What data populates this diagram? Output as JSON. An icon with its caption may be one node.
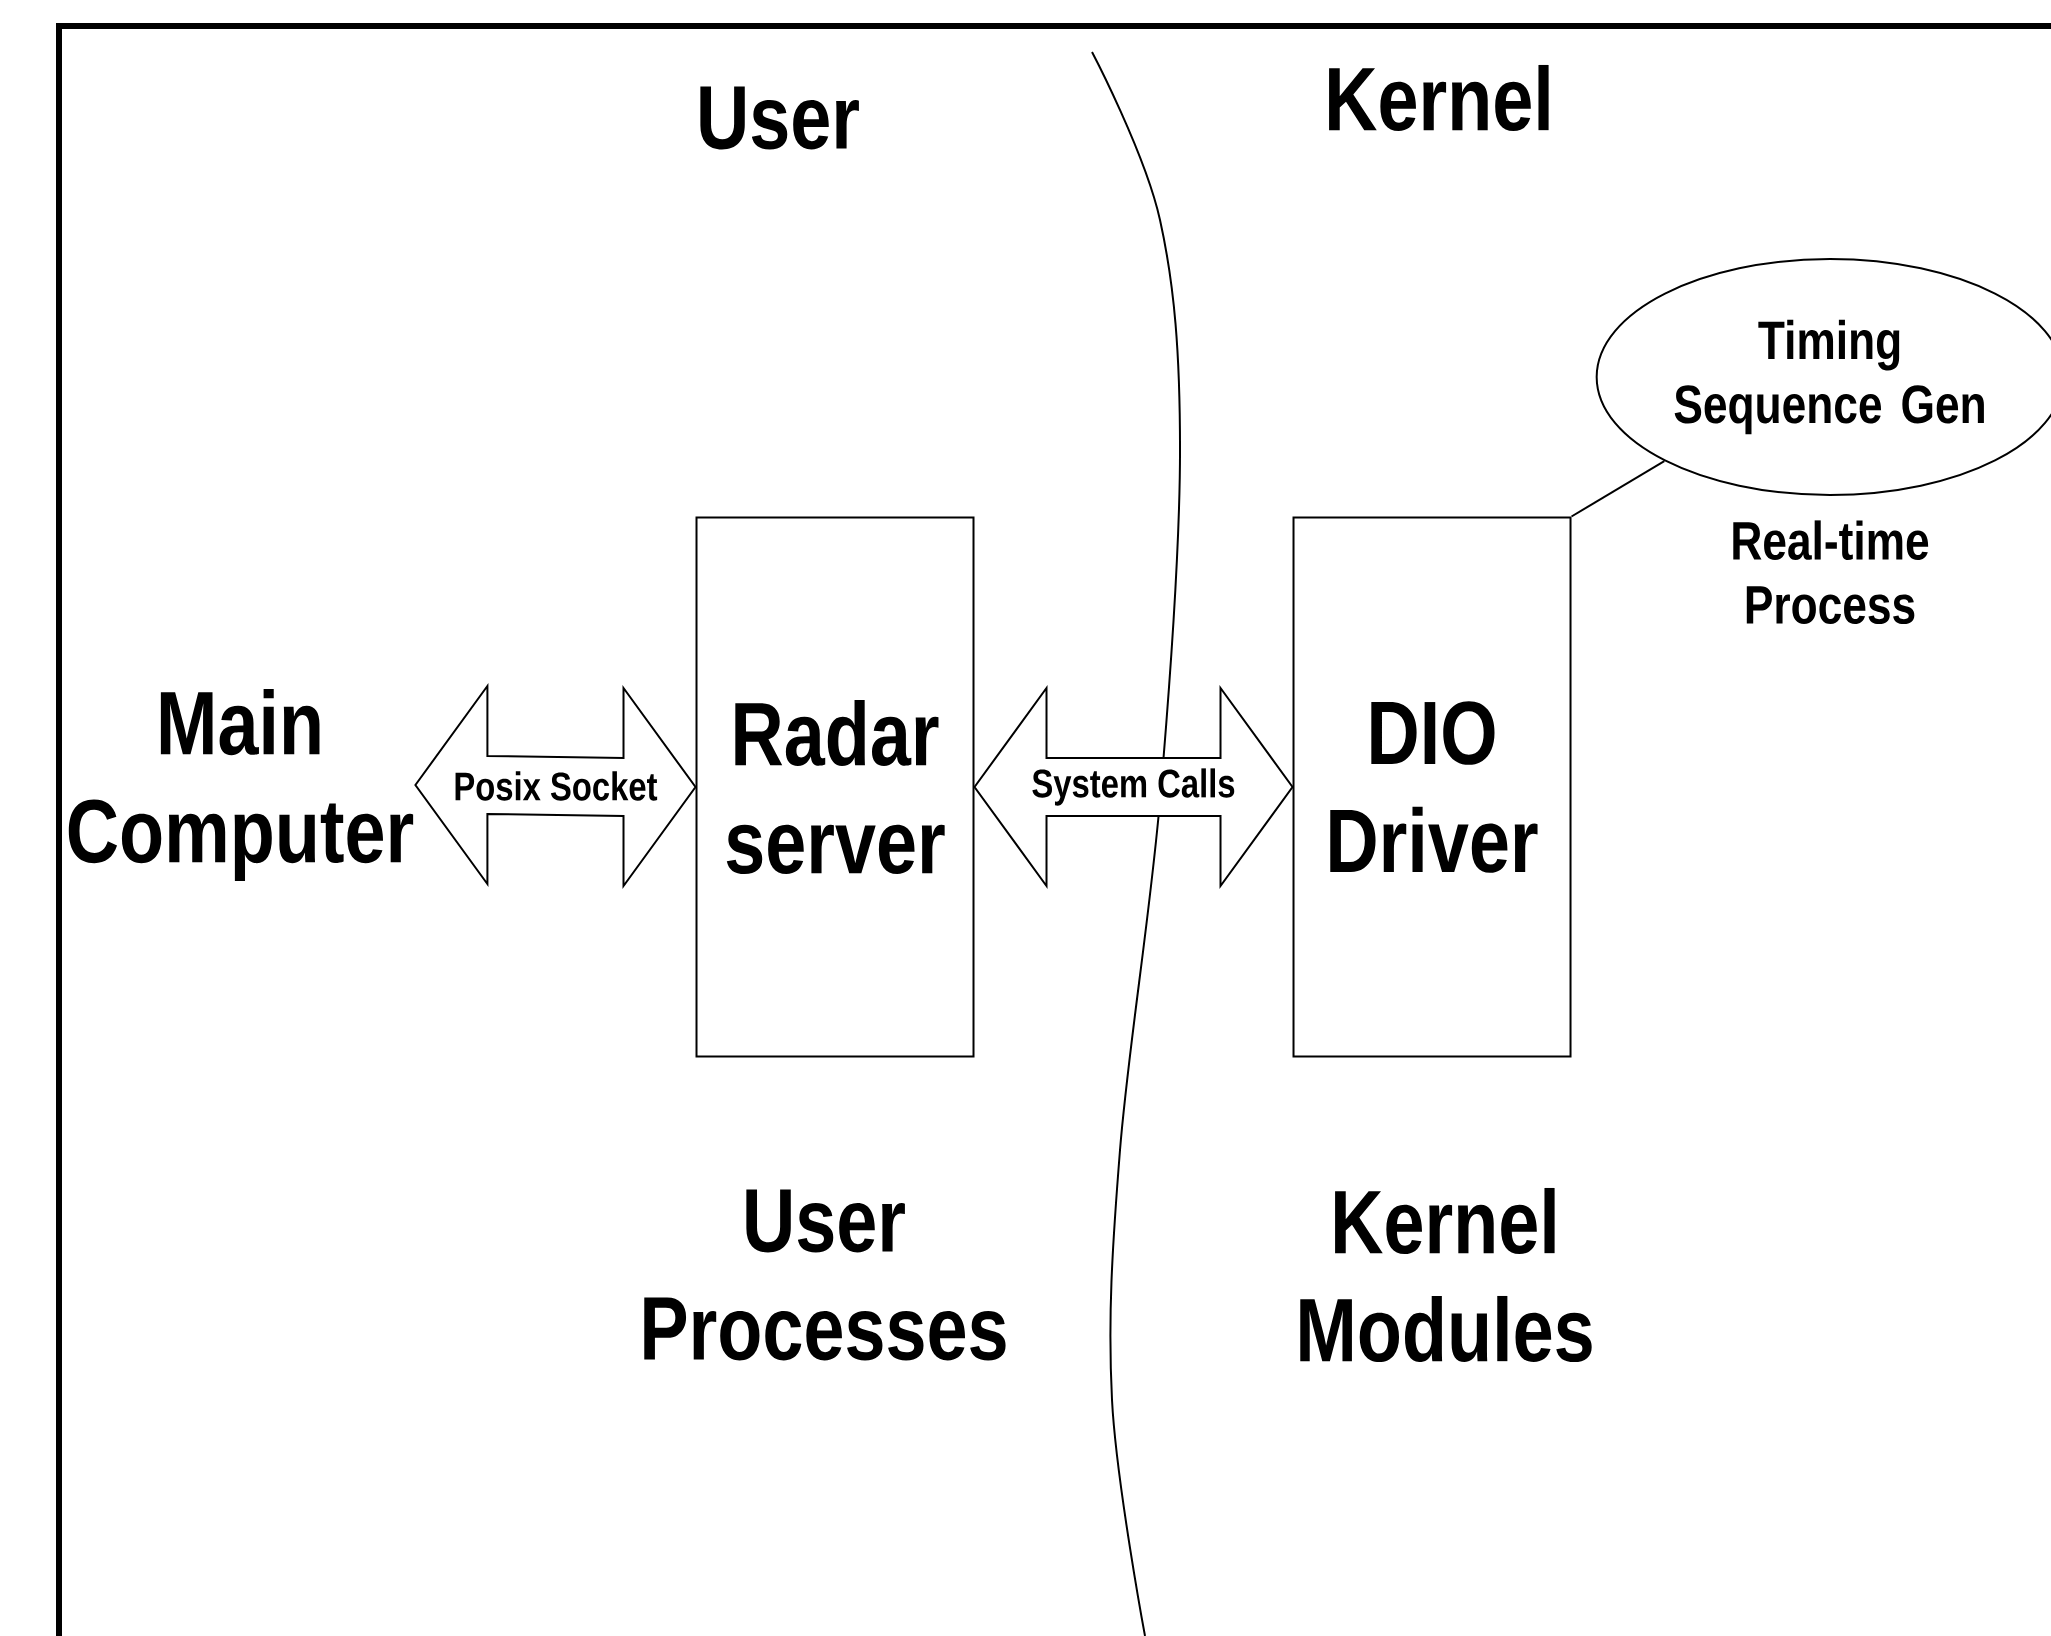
{
  "diagram": {
    "nodes": [
      {
        "text": [
          "Main Computer"
        ]
      },
      {
        "text": [
          "Radar server"
        ]
      },
      {
        "text": [
          "DIO Driver"
        ]
      },
      {
        "text": [
          "Timing Sequence Gen"
        ],
        "beside": [
          "Real-time Process"
        ]
      }
    ],
    "edges": [
      {
        "from": 0,
        "to": 1,
        "arrow": "both",
        "label": "Posix Socket"
      },
      {
        "from": 1,
        "to": 2,
        "arrow": "both",
        "label": "System Calls"
      },
      {
        "from": 2,
        "to": 3,
        "arrow": "none"
      }
    ],
    "labels": [
      "User",
      "Kernel",
      "User Processes",
      "Kernel Modules"
    ]
  }
}
